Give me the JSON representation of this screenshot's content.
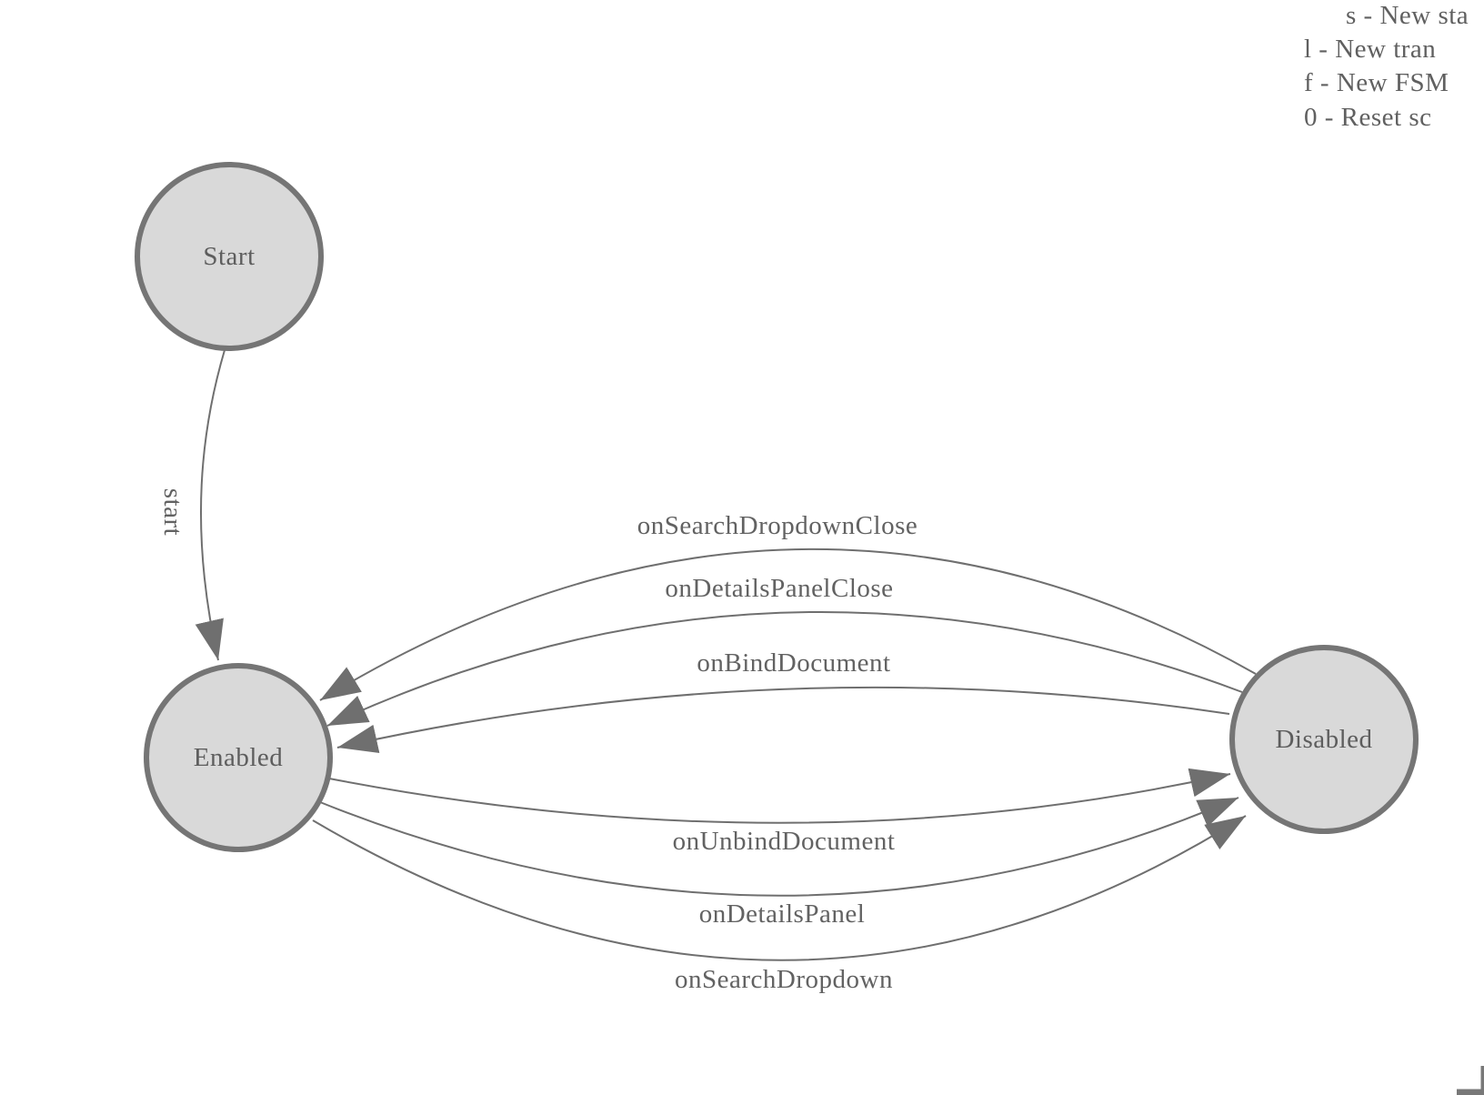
{
  "legend": {
    "lines": [
      "s - New sta",
      "l - New tran",
      "f - New FSM",
      "0 - Reset sc"
    ]
  },
  "nodes": {
    "start": {
      "label": "Start"
    },
    "enabled": {
      "label": "Enabled"
    },
    "disabled": {
      "label": "Disabled"
    }
  },
  "edges": [
    {
      "id": "start",
      "label": "start",
      "from": "Start",
      "to": "Enabled"
    },
    {
      "id": "onSearchDropdownClose",
      "label": "onSearchDropdownClose",
      "from": "Disabled",
      "to": "Enabled"
    },
    {
      "id": "onDetailsPanelClose",
      "label": "onDetailsPanelClose",
      "from": "Disabled",
      "to": "Enabled"
    },
    {
      "id": "onBindDocument",
      "label": "onBindDocument",
      "from": "Disabled",
      "to": "Enabled"
    },
    {
      "id": "onUnbindDocument",
      "label": "onUnbindDocument",
      "from": "Enabled",
      "to": "Disabled"
    },
    {
      "id": "onDetailsPanel",
      "label": "onDetailsPanel",
      "from": "Enabled",
      "to": "Disabled"
    },
    {
      "id": "onSearchDropdown",
      "label": "onSearchDropdown",
      "from": "Enabled",
      "to": "Disabled"
    }
  ],
  "colors": {
    "node_fill": "#d9d9d9",
    "node_stroke": "#757575",
    "edge_stroke": "#6f6f6f",
    "label_text": "#626262",
    "legend_text": "#606060"
  }
}
